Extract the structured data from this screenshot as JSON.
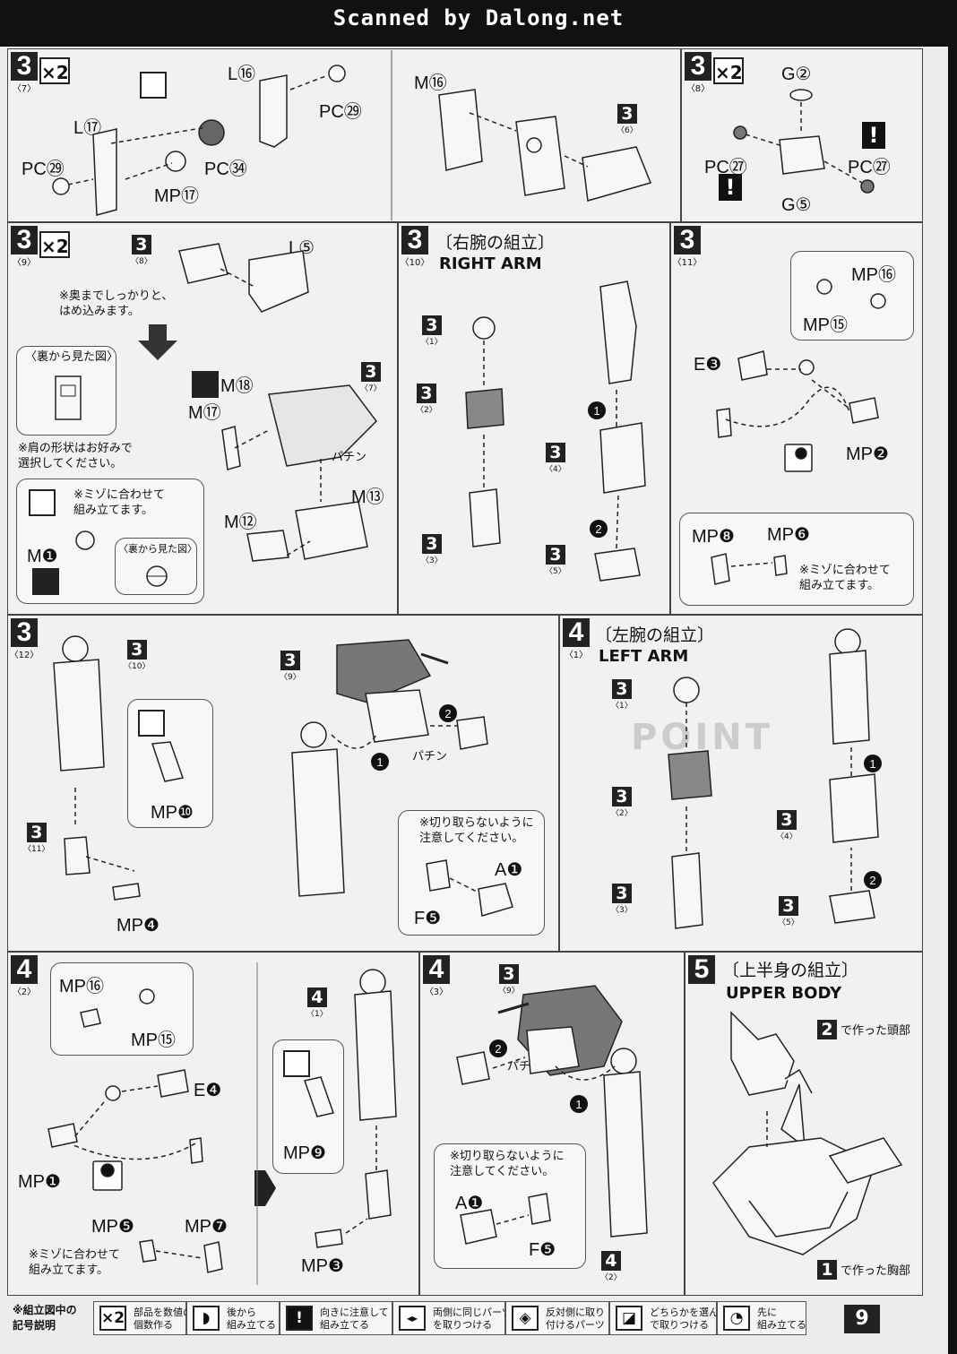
{
  "header": {
    "scan_credit": "Scanned by Dalong.net"
  },
  "panels": {
    "p3_7": {
      "step": "3",
      "sub": "〈7〉",
      "mult": "×2",
      "labels": [
        "L⑯",
        "L⑰",
        "PC㉙",
        "PC㉙",
        "PC㉞",
        "MP⑰"
      ]
    },
    "p3_6": {
      "labels": [
        "M⑯"
      ],
      "ref_step": "3",
      "ref_sub": "〈6〉"
    },
    "p3_8": {
      "step": "3",
      "sub": "〈8〉",
      "mult": "×2",
      "labels": [
        "G②",
        "PC㉗",
        "PC㉗",
        "G⑤"
      ]
    },
    "p3_9": {
      "step": "3",
      "sub": "〈9〉",
      "mult": "×2",
      "ref_step": "3",
      "ref_sub": "〈8〉",
      "ref2_sub": "〈7〉",
      "labels": [
        "L⑤",
        "M⑱",
        "M⑰",
        "M⑬",
        "M⑫",
        "M❶"
      ],
      "note1": "※奥までしっかりと、\nはめ込みます。",
      "rear_view": "〈裏から見た図〉",
      "note2": "※肩の形状はお好みで\n選択してください。",
      "note3": "※ミゾに合わせて\n組み立てます。",
      "rear_view2": "〈裏から見た図〉",
      "snap": "パチン"
    },
    "p3_10": {
      "step": "3",
      "sub": "〈10〉",
      "title_jp": "〔右腕の組立〕",
      "title_en": "RIGHT ARM",
      "refs": [
        "〈1〉",
        "〈2〉",
        "〈3〉",
        "〈4〉",
        "〈5〉"
      ]
    },
    "p3_11": {
      "step": "3",
      "sub": "〈11〉",
      "labels": [
        "MP⑯",
        "MP⑮",
        "E❸",
        "MP❷",
        "MP❽",
        "MP❻"
      ],
      "note": "※ミゾに合わせて\n組み立てます。"
    },
    "p3_12": {
      "step": "3",
      "sub": "〈12〉",
      "labels": [
        "MP❿",
        "MP❹",
        "A❶",
        "F❺"
      ],
      "refs": [
        "〈10〉",
        "〈11〉",
        "〈9〉"
      ],
      "note": "※切り取らないように\n注意してください。",
      "snap": "パチン"
    },
    "p4_1": {
      "step": "4",
      "sub": "〈1〉",
      "title_jp": "〔左腕の組立〕",
      "title_en": "LEFT ARM",
      "refs": [
        "〈1〉",
        "〈2〉",
        "〈3〉",
        "〈4〉",
        "〈5〉"
      ]
    },
    "p4_2": {
      "step": "4",
      "sub": "〈2〉",
      "labels": [
        "MP⑯",
        "MP⑮",
        "E❹",
        "MP❶",
        "MP❺",
        "MP❼",
        "MP❾",
        "MP❸"
      ],
      "note": "※ミゾに合わせて\n組み立てます。",
      "ref_sub": "〈1〉"
    },
    "p4_3": {
      "step": "4",
      "sub": "〈3〉",
      "labels": [
        "A❶",
        "F❺"
      ],
      "note": "※切り取らないように\n注意してください。",
      "refs": [
        "〈9〉",
        "〈2〉"
      ],
      "snap": "パチン"
    },
    "p5": {
      "step": "5",
      "title_jp": "〔上半身の組立〕",
      "title_en": "UPPER BODY",
      "head": "で作った頭部",
      "head_step": "2",
      "chest": "で作った胸部",
      "chest_step": "1"
    }
  },
  "legend": {
    "title": "※組立図中の\n記号説明",
    "items": [
      {
        "icon": "×2",
        "text": "部品を数値の\n個数作る"
      },
      {
        "icon": "◗",
        "text": "後から\n組み立てる"
      },
      {
        "icon": "!",
        "text": "向きに注意して\n組み立てる"
      },
      {
        "icon": "◂▸",
        "text": "両側に同じパーツ\nを取りつける"
      },
      {
        "icon": "◈",
        "text": "反対側に取り\n付けるパーツ"
      },
      {
        "icon": "◪",
        "text": "どちらかを選ん\nで取りつける"
      },
      {
        "icon": "◔",
        "text": "先に\n組み立てる"
      }
    ],
    "page_number": "9"
  }
}
